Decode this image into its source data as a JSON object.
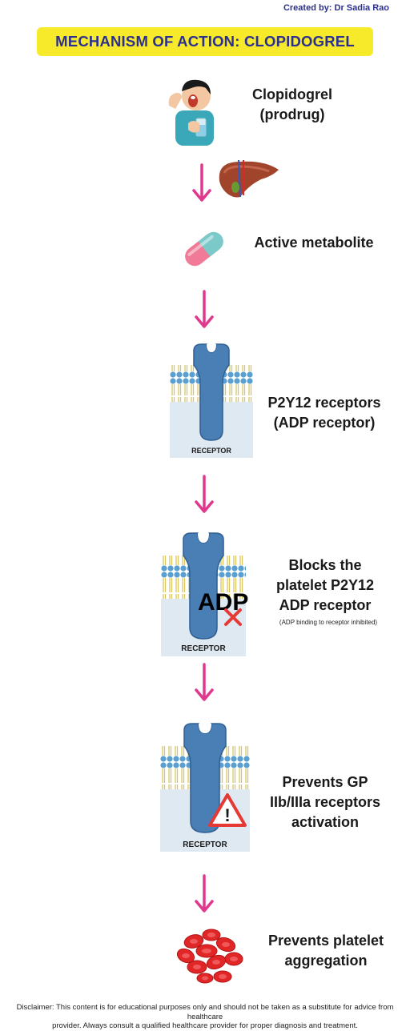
{
  "credit": "Created by: Dr Sadia Rao",
  "title": "MECHANISM OF ACTION: CLOPIDOGREL",
  "colors": {
    "title_bg": "#f7ea2a",
    "title_text": "#2b2f8f",
    "arrow": "#e0388e",
    "receptor": "#4a7fb5",
    "membrane_head": "#5a9fd0",
    "membrane_tail": "#e7d77a",
    "rbc": "#e02626"
  },
  "icons": {
    "person": "person-taking-pill-icon",
    "liver": "liver-icon",
    "capsule": "capsule-icon",
    "receptor": "p2y12-receptor-icon",
    "blocked": "red-x-icon",
    "warning": "warning-triangle-icon",
    "platelets": "red-blood-cells-icon",
    "arrow": "down-arrow-icon"
  },
  "steps": {
    "s1": {
      "line1": "Clopidogrel",
      "line2": "(prodrug)"
    },
    "s2": {
      "line1": "Active metabolite"
    },
    "s3": {
      "line1": "P2Y12 receptors",
      "line2": "(ADP receptor)",
      "receptor_caption": "RECEPTOR"
    },
    "s4": {
      "line1": "Blocks the",
      "line2": "platelet P2Y12",
      "line3": "ADP receptor",
      "note": "(ADP binding to receptor inhibited)",
      "adp": "ADP",
      "receptor_caption": "RECEPTOR"
    },
    "s5": {
      "line1": "Prevents GP",
      "line2": "IIb/IIIa receptors",
      "line3": "activation",
      "warning_mark": "!",
      "receptor_caption": "RECEPTOR"
    },
    "s6": {
      "line1": "Prevents platelet",
      "line2": "aggregation"
    }
  },
  "disclaimer": {
    "line1": "Disclaimer: This content is for educational purposes only and should not be taken as a substitute for advice from healthcare",
    "line2": "provider. Always consult a qualified healthcare provider for proper diagnosis and treatment."
  }
}
